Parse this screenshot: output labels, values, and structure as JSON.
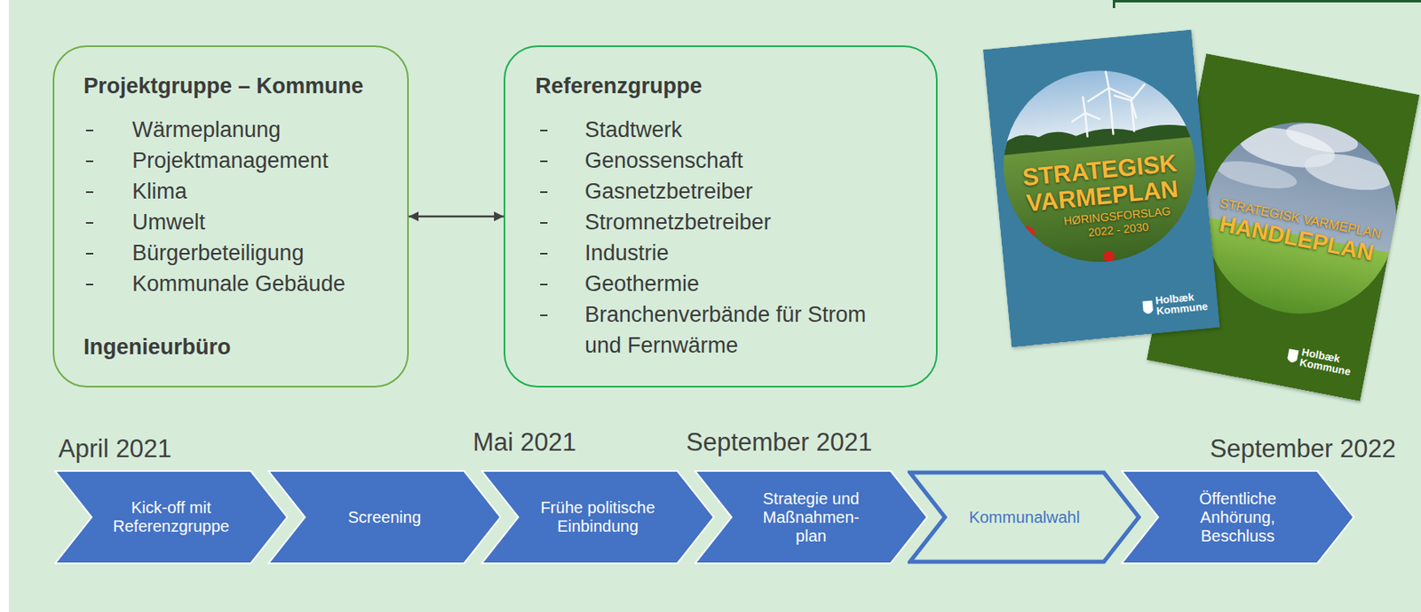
{
  "diagram": {
    "nodes": [
      {
        "text": [
          "Projektgruppe – Kommune",
          "Wärmeplanung",
          "Projektmanagement",
          "Klima",
          "Umwelt",
          "Bürgerbeteiligung",
          "Kommunale Gebäude",
          "Ingenieurbüro"
        ]
      },
      {
        "text": [
          "Referenzgruppe",
          "Stadtwerk",
          "Genossenschaft",
          "Gasnetzbetreiber",
          "Stromnetzbetreiber",
          "Industrie",
          "Geothermie",
          "Branchenverbände für Strom und Fernwärme"
        ]
      },
      {
        "text": [
          "STRATEGISK VARMEPLAN",
          "HØRINGSFORSLAG 2022 - 2030",
          "Holbæk Kommune"
        ]
      },
      {
        "text": [
          "STRATEGISK VARMEPLAN",
          "HANDLEPLAN",
          "Holbæk Kommune"
        ]
      },
      {
        "text": [
          "Kick-off mit Referenzgruppe"
        ]
      },
      {
        "text": [
          "Screening"
        ]
      },
      {
        "text": [
          "Frühe politische Einbindung"
        ]
      },
      {
        "text": [
          "Strategie und Maßnahmen- plan"
        ]
      },
      {
        "text": [
          "Kommunalwahl"
        ]
      },
      {
        "text": [
          "Öffentliche Anhörung, Beschluss"
        ]
      }
    ],
    "edges": [
      {
        "from": 0,
        "to": 1,
        "arrow": "both"
      }
    ],
    "labels": [
      "April 2021",
      "Mai 2021",
      "September 2021",
      "September 2022"
    ]
  }
}
